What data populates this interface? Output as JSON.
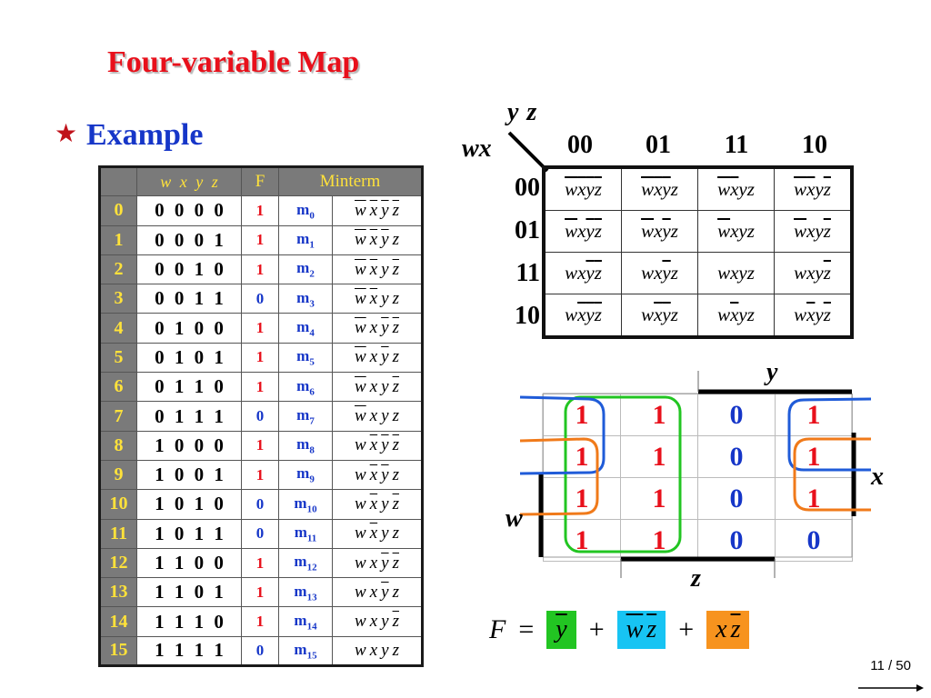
{
  "title": "Four-variable Map",
  "bullet": {
    "icon": "star-icon",
    "glyph": "★",
    "text": "Example"
  },
  "truth_table": {
    "headers": {
      "variables": [
        "w",
        "x",
        "y",
        "z"
      ],
      "f": "F",
      "minterm": "Minterm"
    },
    "rows": [
      {
        "index": "0",
        "bits": [
          "0",
          "0",
          "0",
          "0"
        ],
        "f": "1",
        "m": "m",
        "sub": "0"
      },
      {
        "index": "1",
        "bits": [
          "0",
          "0",
          "0",
          "1"
        ],
        "f": "1",
        "m": "m",
        "sub": "1"
      },
      {
        "index": "2",
        "bits": [
          "0",
          "0",
          "1",
          "0"
        ],
        "f": "1",
        "m": "m",
        "sub": "2"
      },
      {
        "index": "3",
        "bits": [
          "0",
          "0",
          "1",
          "1"
        ],
        "f": "0",
        "m": "m",
        "sub": "3"
      },
      {
        "index": "4",
        "bits": [
          "0",
          "1",
          "0",
          "0"
        ],
        "f": "1",
        "m": "m",
        "sub": "4"
      },
      {
        "index": "5",
        "bits": [
          "0",
          "1",
          "0",
          "1"
        ],
        "f": "1",
        "m": "m",
        "sub": "5"
      },
      {
        "index": "6",
        "bits": [
          "0",
          "1",
          "1",
          "0"
        ],
        "f": "1",
        "m": "m",
        "sub": "6"
      },
      {
        "index": "7",
        "bits": [
          "0",
          "1",
          "1",
          "1"
        ],
        "f": "0",
        "m": "m",
        "sub": "7"
      },
      {
        "index": "8",
        "bits": [
          "1",
          "0",
          "0",
          "0"
        ],
        "f": "1",
        "m": "m",
        "sub": "8"
      },
      {
        "index": "9",
        "bits": [
          "1",
          "0",
          "0",
          "1"
        ],
        "f": "1",
        "m": "m",
        "sub": "9"
      },
      {
        "index": "10",
        "bits": [
          "1",
          "0",
          "1",
          "0"
        ],
        "f": "0",
        "m": "m",
        "sub": "10"
      },
      {
        "index": "11",
        "bits": [
          "1",
          "0",
          "1",
          "1"
        ],
        "f": "0",
        "m": "m",
        "sub": "11"
      },
      {
        "index": "12",
        "bits": [
          "1",
          "1",
          "0",
          "0"
        ],
        "f": "1",
        "m": "m",
        "sub": "12"
      },
      {
        "index": "13",
        "bits": [
          "1",
          "1",
          "0",
          "1"
        ],
        "f": "1",
        "m": "m",
        "sub": "13"
      },
      {
        "index": "14",
        "bits": [
          "1",
          "1",
          "1",
          "0"
        ],
        "f": "1",
        "m": "m",
        "sub": "14"
      },
      {
        "index": "15",
        "bits": [
          "1",
          "1",
          "1",
          "1"
        ],
        "f": "0",
        "m": "m",
        "sub": "15"
      }
    ]
  },
  "kmap1": {
    "row_var_label": "wx",
    "col_var_label": "y z",
    "col_labels": [
      "00",
      "01",
      "11",
      "10"
    ],
    "row_labels": [
      "00",
      "01",
      "11",
      "10"
    ],
    "variables": [
      "w",
      "x",
      "y",
      "z"
    ]
  },
  "kmap2": {
    "cells": [
      [
        "1",
        "1",
        "0",
        "1"
      ],
      [
        "1",
        "1",
        "0",
        "1"
      ],
      [
        "1",
        "1",
        "0",
        "1"
      ],
      [
        "1",
        "1",
        "0",
        "0"
      ]
    ],
    "labels": {
      "y": "y",
      "x": "x",
      "w": "w",
      "z": "z"
    },
    "group_colors": {
      "y_bar": "#22c522",
      "w_bar_z_bar": "#1f5bd8",
      "x_z_bar": "#f07a1a"
    }
  },
  "equation": {
    "lhs": "F",
    "eq": "=",
    "plus": "+",
    "terms": [
      {
        "vars": [
          {
            "v": "y",
            "bar": true
          }
        ],
        "color": "#22c522"
      },
      {
        "vars": [
          {
            "v": "w",
            "bar": true
          },
          {
            "v": "z",
            "bar": true
          }
        ],
        "color": "#17c4f3"
      },
      {
        "vars": [
          {
            "v": "x",
            "bar": false
          },
          {
            "v": "z",
            "bar": true
          }
        ],
        "color": "#f7931e"
      }
    ]
  },
  "page_number": "11 / 50"
}
